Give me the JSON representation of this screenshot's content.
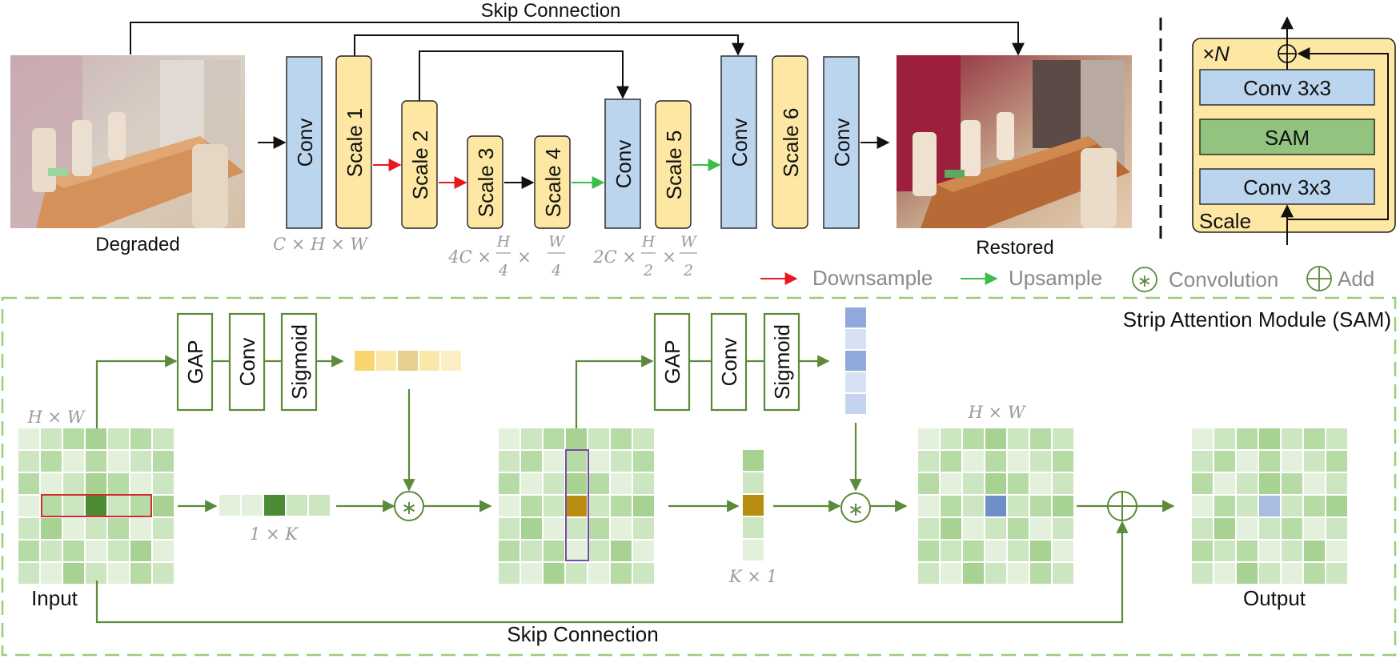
{
  "top": {
    "skip_connection": "Skip Connection",
    "degraded": "Degraded",
    "restored": "Restored",
    "blocks": [
      "Conv",
      "Scale 1",
      "Scale 2",
      "Scale 3",
      "Scale 4",
      "Conv",
      "Scale 5",
      "Conv",
      "Scale 6",
      "Conv"
    ],
    "dims": {
      "chw": "C × H × W",
      "c4": "4C ×",
      "c2": "2C ×",
      "h": "H",
      "w": "W",
      "four": "4",
      "two": "2",
      "times": "×"
    }
  },
  "legend": {
    "downsample": "Downsample",
    "upsample": "Upsample",
    "convolution": "Convolution",
    "add": "Add",
    "conv_symbol": "∗"
  },
  "scale_block": {
    "repeat": "×N",
    "rows": [
      "Conv 3x3",
      "SAM",
      "Conv 3x3"
    ],
    "footer": "Scale"
  },
  "sam": {
    "title": "Strip Attention Module (SAM)",
    "gap": "GAP",
    "conv": "Conv",
    "sigmoid": "Sigmoid",
    "hw1": "H × W",
    "hw2": "H × W",
    "k1": "1 × K",
    "k2": "K × 1",
    "input": "Input",
    "output": "Output",
    "skip": "Skip Connection"
  },
  "colors": {
    "conv_blue": "#bcd5ee",
    "scale_yellow": "#fde7a3",
    "downsample_red": "#e8191e",
    "upsample_green": "#3cbd48",
    "sam_green": "#92c47f",
    "frame_green": "#5b8a3a"
  }
}
